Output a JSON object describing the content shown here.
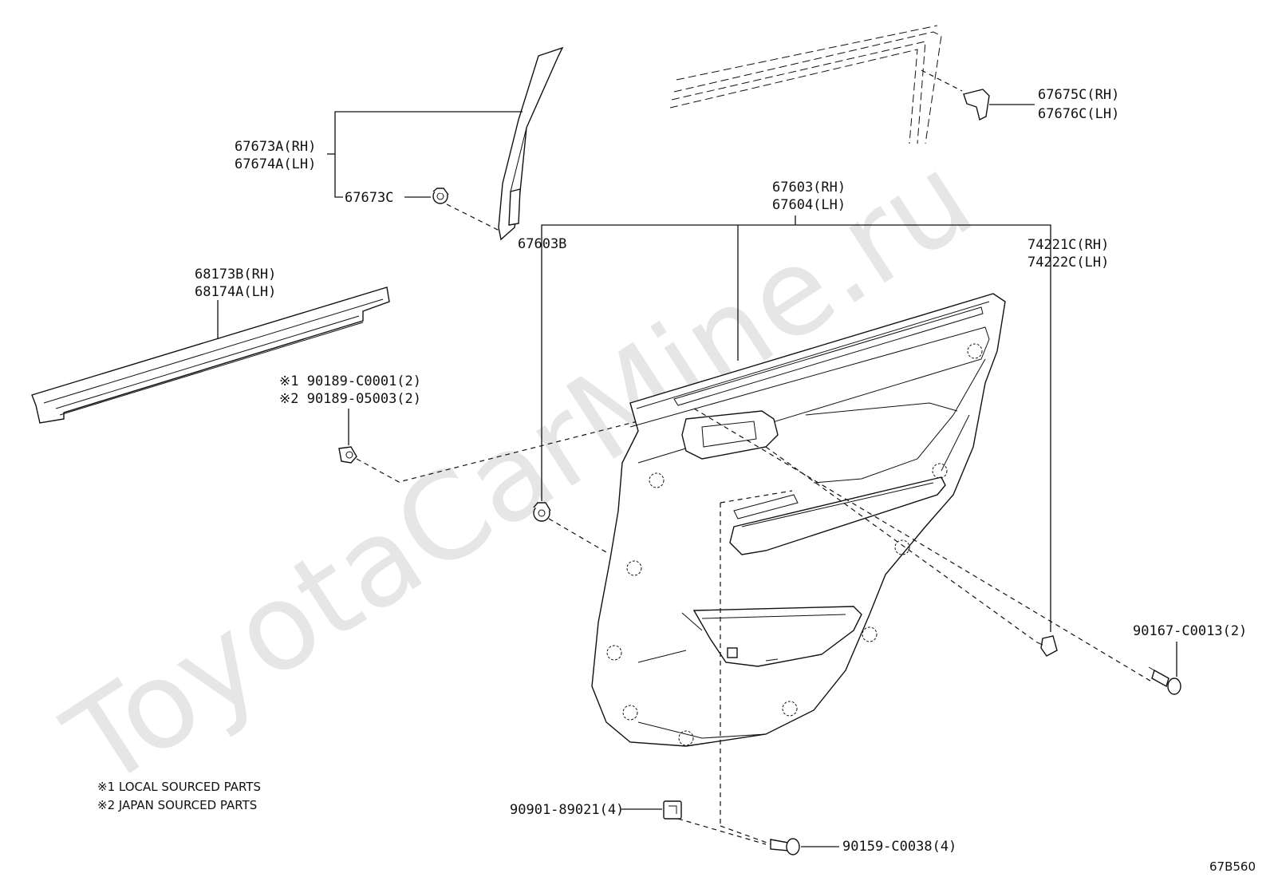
{
  "watermark": "ToyotaCarMine.ru",
  "diagram_code": "67B560",
  "notes": [
    "※1 LOCAL SOURCED PARTS",
    "※2 JAPAN SOURCED PARTS"
  ],
  "labels": {
    "p67675_rh": "67675C(RH)",
    "p67676_lh": "67676C(LH)",
    "p67673a_rh": "67673A(RH)",
    "p67674a_lh": "67674A(LH)",
    "p67673c": "67673C",
    "p67603_rh": "67603(RH)",
    "p67604_lh": "67604(LH)",
    "p67603b": "67603B",
    "p74221c_rh": "74221C(RH)",
    "p74222c_lh": "74222C(LH)",
    "p68173b_rh": "68173B(RH)",
    "p68174a_lh": "68174A(LH)",
    "p90189_c0001": "※1 90189-C0001(2)",
    "p90189_05003": "※2 90189-05003(2)",
    "p90167": "90167-C0013(2)",
    "p90901": "90901-89021(4)",
    "p90159": "90159-C0038(4)"
  }
}
